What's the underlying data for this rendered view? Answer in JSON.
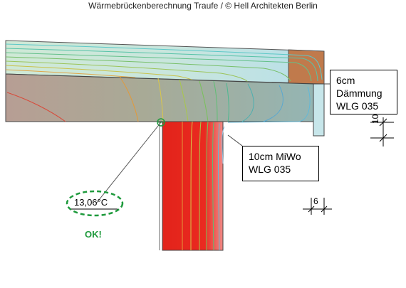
{
  "title": "Wärmebrückenberechnung Traufe / © Hell Architekten Berlin",
  "labels": {
    "insulation_lines": [
      "6cm",
      "Dämmung",
      "WLG 035"
    ],
    "miwo_lines": [
      "10cm MiWo",
      "WLG 035"
    ],
    "dim_vertical": "10",
    "dim_horizontal": "6",
    "temperature": "13,06°C",
    "status": "OK!"
  },
  "colors": {
    "ok_green": "#1e9a3c",
    "wall_red": "#e8241c",
    "slab_tint": "#9fb7ad",
    "brown_block": "#c07a4c"
  }
}
